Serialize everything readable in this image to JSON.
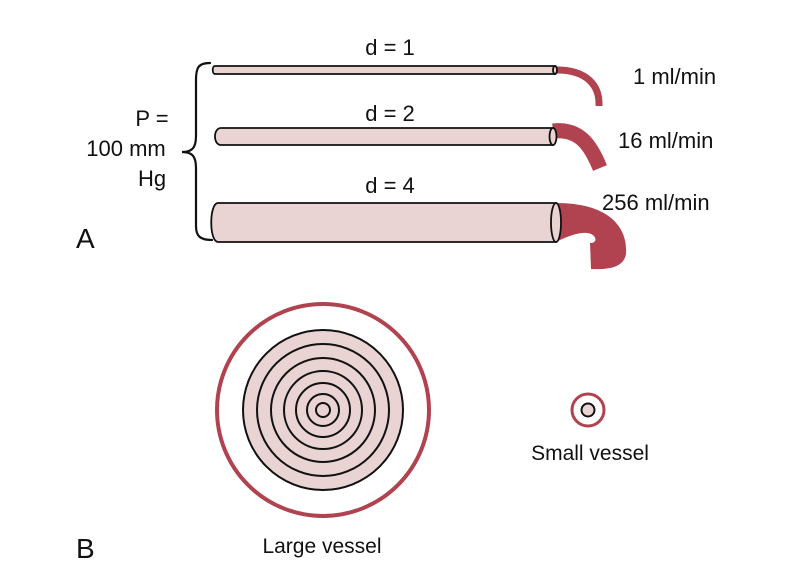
{
  "colors": {
    "vessel_fill": "#e9d3d3",
    "blood": "#b0434f",
    "outline": "#111111",
    "background": "#ffffff"
  },
  "panel_a": {
    "letter": "A",
    "pressure_label": [
      "P =",
      "100 mm",
      "Hg"
    ],
    "tubes": [
      {
        "diameter_label": "d = 1",
        "flow_label": "1 ml/min",
        "relative_diameter": 1,
        "flow_ml_per_min": 1
      },
      {
        "diameter_label": "d = 2",
        "flow_label": "16 ml/min",
        "relative_diameter": 2,
        "flow_ml_per_min": 16
      },
      {
        "diameter_label": "d = 4",
        "flow_label": "256 ml/min",
        "relative_diameter": 4,
        "flow_ml_per_min": 256
      }
    ]
  },
  "panel_b": {
    "letter": "B",
    "large_vessel": {
      "label": "Large vessel",
      "ring_count": 6
    },
    "small_vessel": {
      "label": "Small vessel",
      "ring_count": 1
    }
  }
}
